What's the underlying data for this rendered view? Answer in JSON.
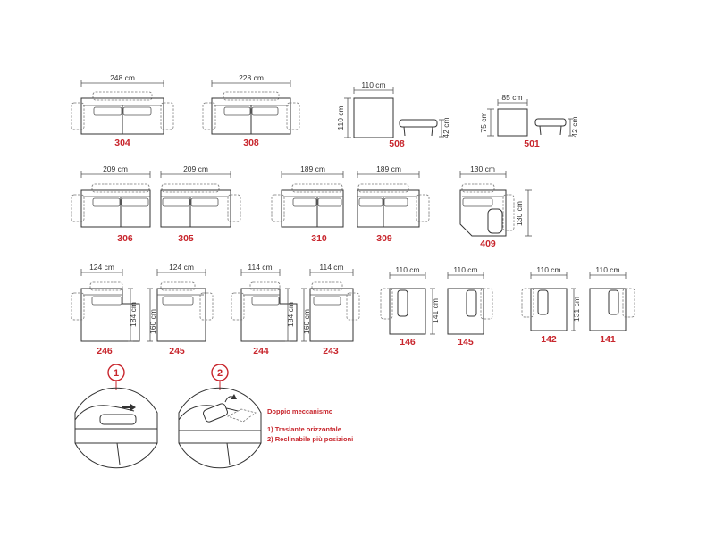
{
  "modules": [
    {
      "code": "304",
      "width": "248 cm"
    },
    {
      "code": "308",
      "width": "228 cm"
    },
    {
      "code": "508",
      "width": "110 cm",
      "depth": "110 cm",
      "height": "42 cm"
    },
    {
      "code": "501",
      "width": "85 cm",
      "depth": "75 cm",
      "height": "42 cm"
    },
    {
      "code": "306",
      "width": "209 cm"
    },
    {
      "code": "305",
      "width": "209 cm"
    },
    {
      "code": "310",
      "width": "189 cm"
    },
    {
      "code": "309",
      "width": "189 cm"
    },
    {
      "code": "409",
      "width": "130 cm",
      "depth": "130 cm"
    },
    {
      "code": "246",
      "width": "124 cm",
      "depth": "184 cm"
    },
    {
      "code": "245",
      "width": "124 cm",
      "depth": "160 cm"
    },
    {
      "code": "244",
      "width": "114 cm",
      "depth": "184 cm"
    },
    {
      "code": "243",
      "width": "114 cm",
      "depth": "160 cm"
    },
    {
      "code": "146",
      "width": "110 cm",
      "depth": "141 cm"
    },
    {
      "code": "145",
      "width": "110 cm"
    },
    {
      "code": "142",
      "width": "110 cm",
      "depth": "131 cm"
    },
    {
      "code": "141",
      "width": "110 cm"
    }
  ],
  "mechanism": {
    "steps": [
      "1",
      "2"
    ],
    "title": "Doppio meccanismo",
    "items": [
      "1) Traslante orizzontale",
      "2) Reclinabile più posizioni"
    ]
  }
}
